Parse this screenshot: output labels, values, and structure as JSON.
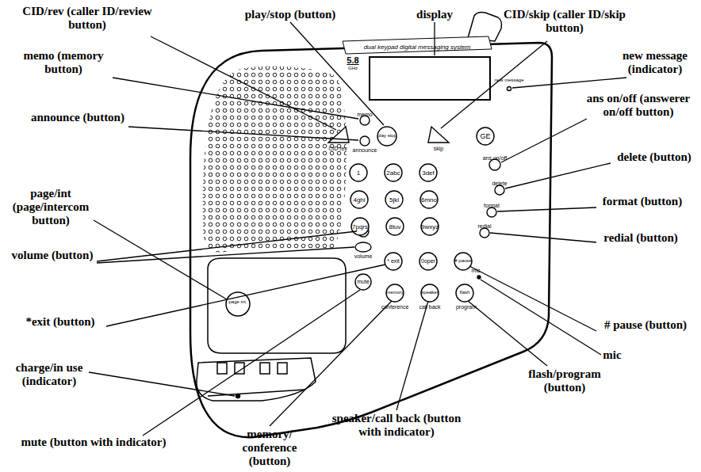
{
  "diagram": {
    "labels": [
      "CID/rev (caller ID/review button)",
      "play/stop (button)",
      "display",
      "CID/skip (caller ID/skip button)",
      "memo (memory button)",
      "new message (indicator)",
      "ans on/off (answerer on/off button)",
      "announce (button)",
      "delete (button)",
      "page/int (page/intercom button)",
      "format (button)",
      "volume (button)",
      "redial (button)",
      "*exit (button)",
      "# pause (button)",
      "mic",
      "charge/in use (indicator)",
      "flash/program (button)",
      "mute (button with indicator)",
      "memory/ conference (button)",
      "speaker/call back (button with indicator)",
      "dual keypad digital messaging system",
      "5.8",
      "GHz",
      "new message",
      "CID rev",
      "play stop",
      "skip",
      "ans on/off",
      "delete",
      "format",
      "redial",
      "mic",
      "memo",
      "announce",
      "page int.",
      "volume",
      "mute",
      "1",
      "2abc",
      "3def",
      "4ghi",
      "5jkl",
      "6mno",
      "7pqrs",
      "8tuv",
      "9wxyz",
      "* exit",
      "0oper",
      "# pause",
      "memory",
      "conference",
      "speaker",
      "call back",
      "flash",
      "program",
      "GE"
    ]
  }
}
